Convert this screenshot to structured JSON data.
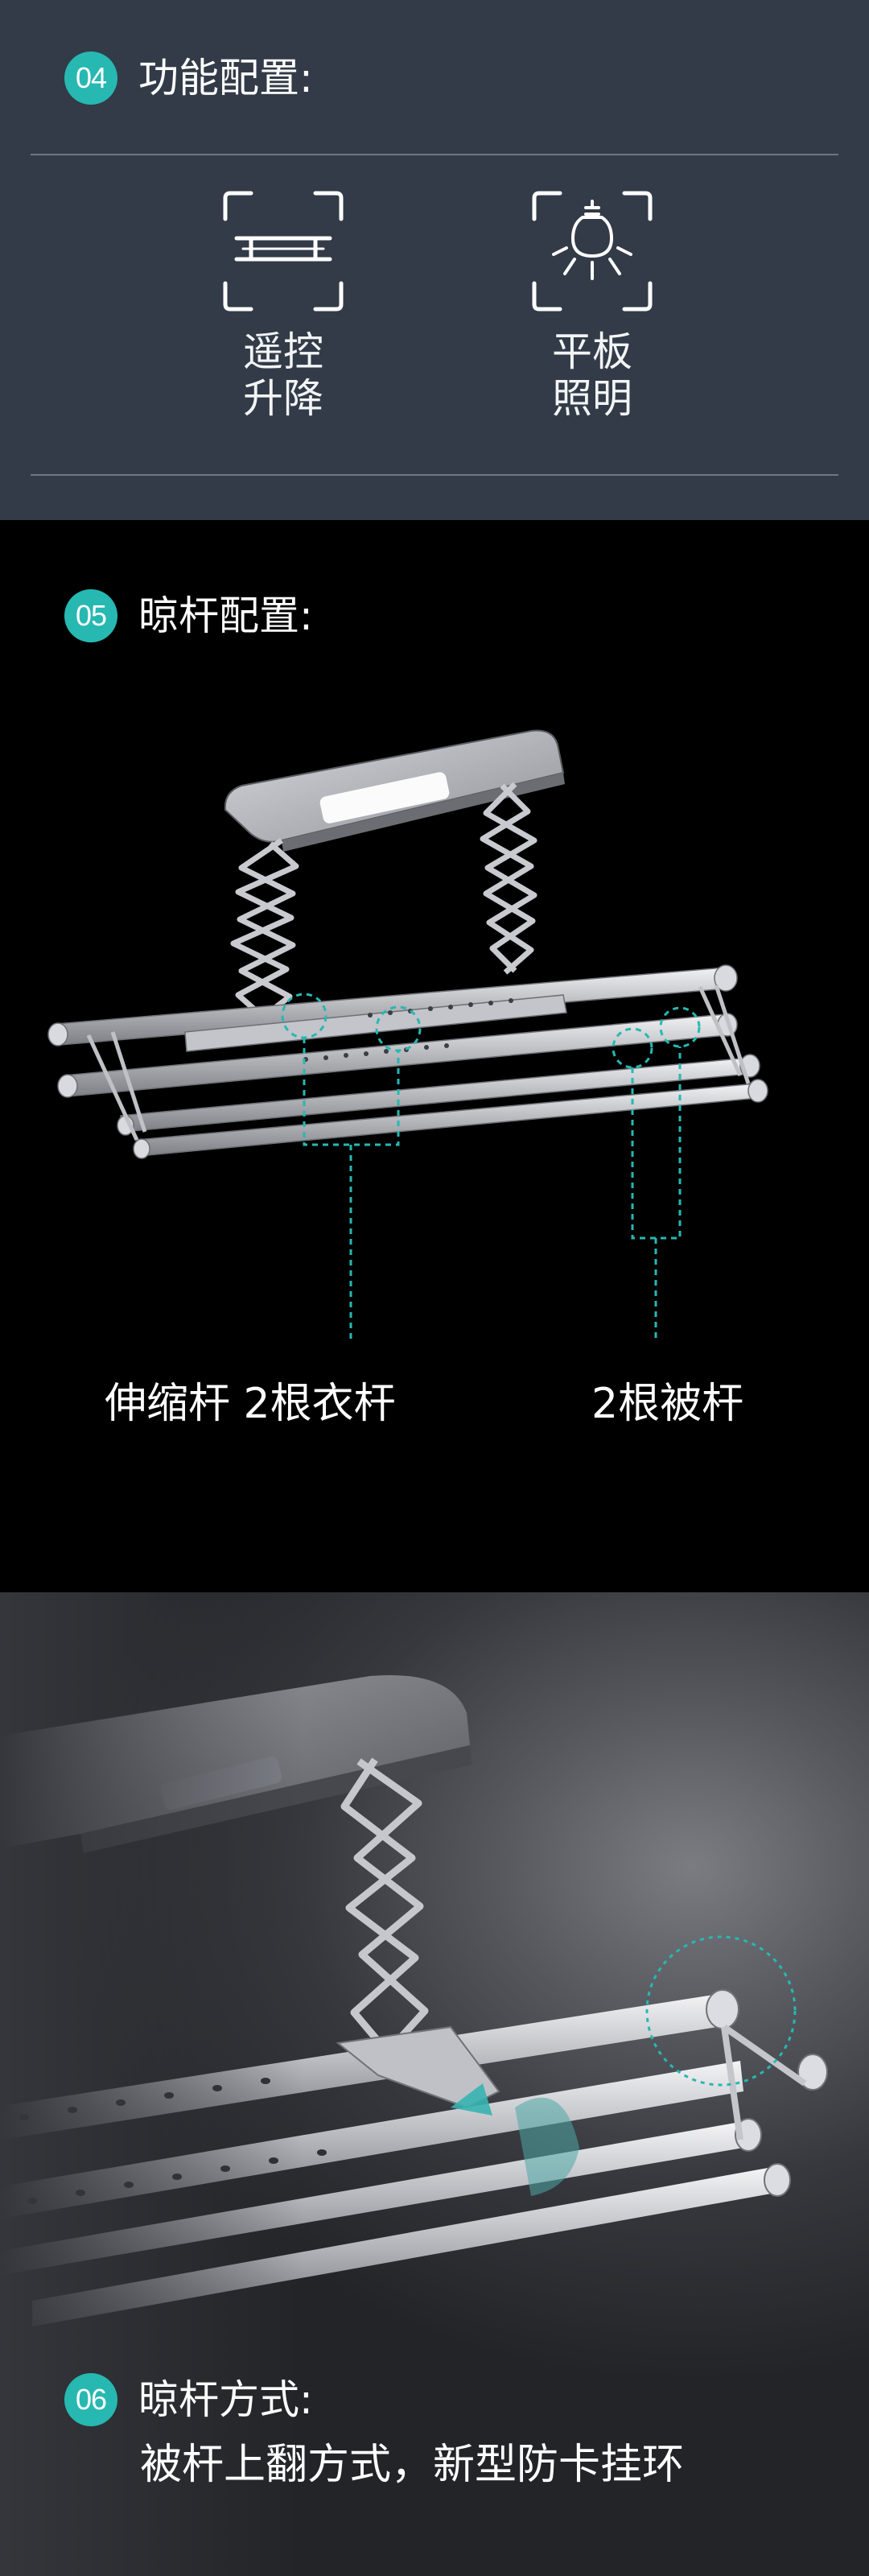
{
  "section04": {
    "badge": "04",
    "title": "功能配置:",
    "features": [
      {
        "icon": "remote-lift-icon",
        "label": "遥控\n升降"
      },
      {
        "icon": "light-bulb-icon",
        "label": "平板\n照明"
      }
    ]
  },
  "section05": {
    "badge": "05",
    "title": "晾杆配置:",
    "callouts": {
      "left": "伸缩杆 2根衣杆",
      "right": "2根被杆"
    }
  },
  "section06": {
    "badge": "06",
    "title": "晾杆方式:",
    "subtitle": "被杆上翻方式，新型防卡挂环"
  },
  "colors": {
    "accent": "#27b8b2",
    "section04_bg": "#323b47",
    "section05_bg": "#000000"
  }
}
